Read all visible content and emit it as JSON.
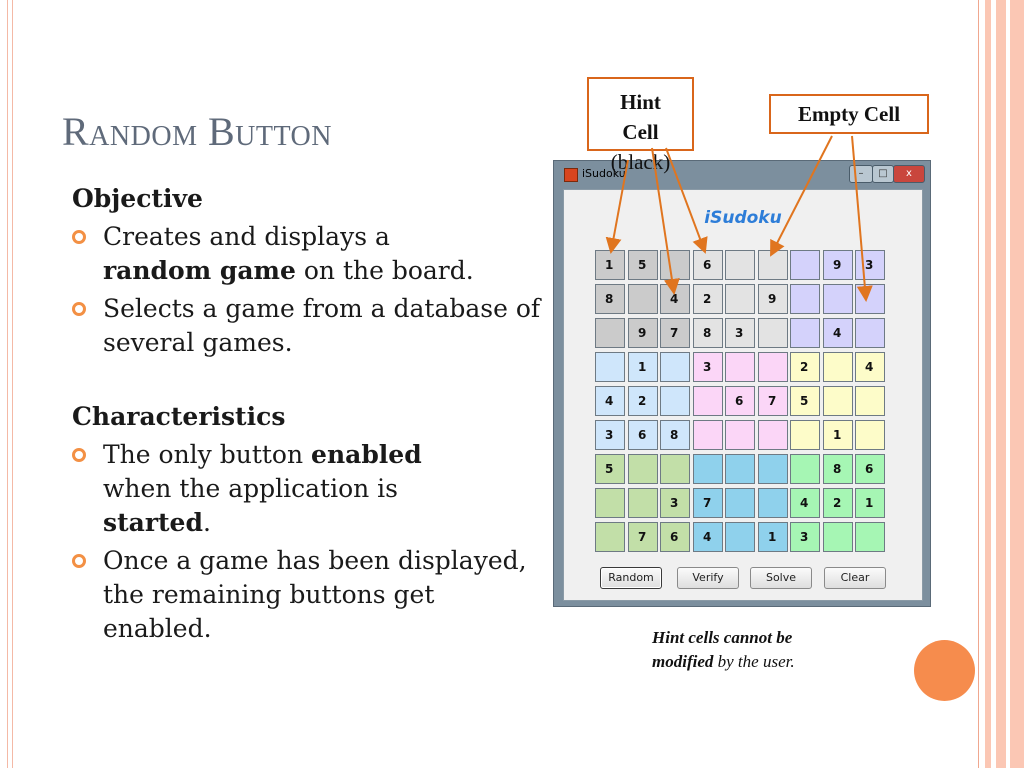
{
  "slide": {
    "title": "Random Button",
    "objective": "Objective",
    "bullet1_pre": "Creates and displays a",
    "bullet1_bold": "random game",
    "bullet1_post": "on the board.",
    "bullet2": "Selects a game from a database of several games.",
    "characteristics": "Characteristics",
    "bullet3_pre": "The only button",
    "bullet3_bold": "enabled",
    "bullet3_mid": "when the application is",
    "bullet3_bold2": "started",
    "bullet3_post": ".",
    "bullet4": "Once a game has been displayed, the remaining buttons get enabled.",
    "note_bold": "Hint cells cannot be modified",
    "note_rest": "by the user."
  },
  "callouts": {
    "hint_line1": "Hint",
    "hint_line2": "Cell",
    "hint_line3": "(black)",
    "empty": "Empty Cell"
  },
  "window": {
    "title": "iSudoku",
    "app_title": "iSudoku",
    "buttons": [
      "Random",
      "Verify",
      "Solve",
      "Clear"
    ],
    "minimize_glyph": "–",
    "maximize_glyph": "□",
    "close_glyph": "x"
  },
  "board": {
    "colors": {
      "gray": "#cbcbcb",
      "lavender": "#d4d2fb",
      "lightblue": "#cfe6fb",
      "pink": "#fbd6f7",
      "yellow": "#fdfcc9",
      "green": "#c2dfa8",
      "blue": "#8fd1ec",
      "mint": "#a6f6b4",
      "empty": "#e3e3e3"
    },
    "rows": [
      [
        "1",
        "5",
        "",
        "6",
        "",
        "",
        "",
        "9",
        "3"
      ],
      [
        "8",
        "",
        "4",
        "2",
        "",
        "9",
        "",
        "",
        ""
      ],
      [
        "",
        "9",
        "7",
        "8",
        "3",
        "",
        "",
        "4",
        ""
      ],
      [
        "",
        "1",
        "",
        "3",
        "",
        "",
        "2",
        "",
        "4"
      ],
      [
        "4",
        "2",
        "",
        "",
        "6",
        "7",
        "5",
        "",
        ""
      ],
      [
        "3",
        "6",
        "8",
        "",
        "",
        "",
        "",
        "1",
        ""
      ],
      [
        "5",
        "",
        "",
        "",
        "",
        "",
        "",
        "8",
        "6"
      ],
      [
        "",
        "",
        "3",
        "7",
        "",
        "",
        "4",
        "2",
        "1"
      ],
      [
        "",
        "7",
        "6",
        "4",
        "",
        "1",
        "3",
        "",
        ""
      ]
    ],
    "cell_colors": [
      [
        "gray",
        "gray",
        "gray",
        "empty",
        "empty",
        "empty",
        "lavender",
        "lavender",
        "lavender"
      ],
      [
        "gray",
        "gray",
        "gray",
        "empty",
        "empty",
        "empty",
        "lavender",
        "lavender",
        "lavender"
      ],
      [
        "gray",
        "gray",
        "gray",
        "empty",
        "empty",
        "empty",
        "lavender",
        "lavender",
        "lavender"
      ],
      [
        "lightblue",
        "lightblue",
        "lightblue",
        "pink",
        "pink",
        "pink",
        "yellow",
        "yellow",
        "yellow"
      ],
      [
        "lightblue",
        "lightblue",
        "lightblue",
        "pink",
        "pink",
        "pink",
        "yellow",
        "yellow",
        "yellow"
      ],
      [
        "lightblue",
        "lightblue",
        "lightblue",
        "pink",
        "pink",
        "pink",
        "yellow",
        "yellow",
        "yellow"
      ],
      [
        "green",
        "green",
        "green",
        "blue",
        "blue",
        "blue",
        "mint",
        "mint",
        "mint"
      ],
      [
        "green",
        "green",
        "green",
        "blue",
        "blue",
        "blue",
        "mint",
        "mint",
        "mint"
      ],
      [
        "green",
        "green",
        "green",
        "blue",
        "blue",
        "blue",
        "mint",
        "mint",
        "mint"
      ]
    ]
  }
}
